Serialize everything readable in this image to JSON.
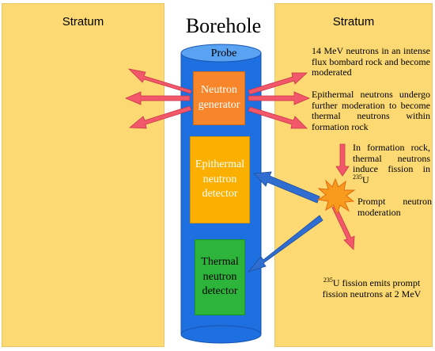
{
  "title": "Borehole",
  "strata": {
    "left_label": "Stratum",
    "right_label": "Stratum"
  },
  "probe": {
    "label": "Probe",
    "neutron_generator": "Neutron\ngenerator",
    "epithermal_detector": "Epithermal\nneutron\ndetector",
    "thermal_detector": "Thermal\nneutron\ndetector"
  },
  "annotations": {
    "n1": "14 MeV neutrons in an intense flux bombard rock and become moderated",
    "n2": "Epithermal neutrons undergo further moderation to become thermal neutrons within formation rock",
    "n3_text": "In formation rock, thermal neutrons induce fission in ",
    "n3_iso_mass": "235",
    "n3_iso_sym": "U",
    "n4": "Prompt neutron moderation",
    "n5_iso_mass": "235",
    "n5_text": "U fission emits prompt fission neutrons at 2 MeV"
  },
  "colors": {
    "stratum": "#fcd972",
    "borehole": "#1e6fe0",
    "borehole_top": "#5aa2f2",
    "neutron_generator": "#f7862a",
    "epithermal_detector": "#fbb000",
    "thermal_detector": "#2db43b",
    "outgoing_arrow": "#f2576a",
    "return_arrow": "#2f6ed0",
    "fission_star": "#f89a1c"
  }
}
